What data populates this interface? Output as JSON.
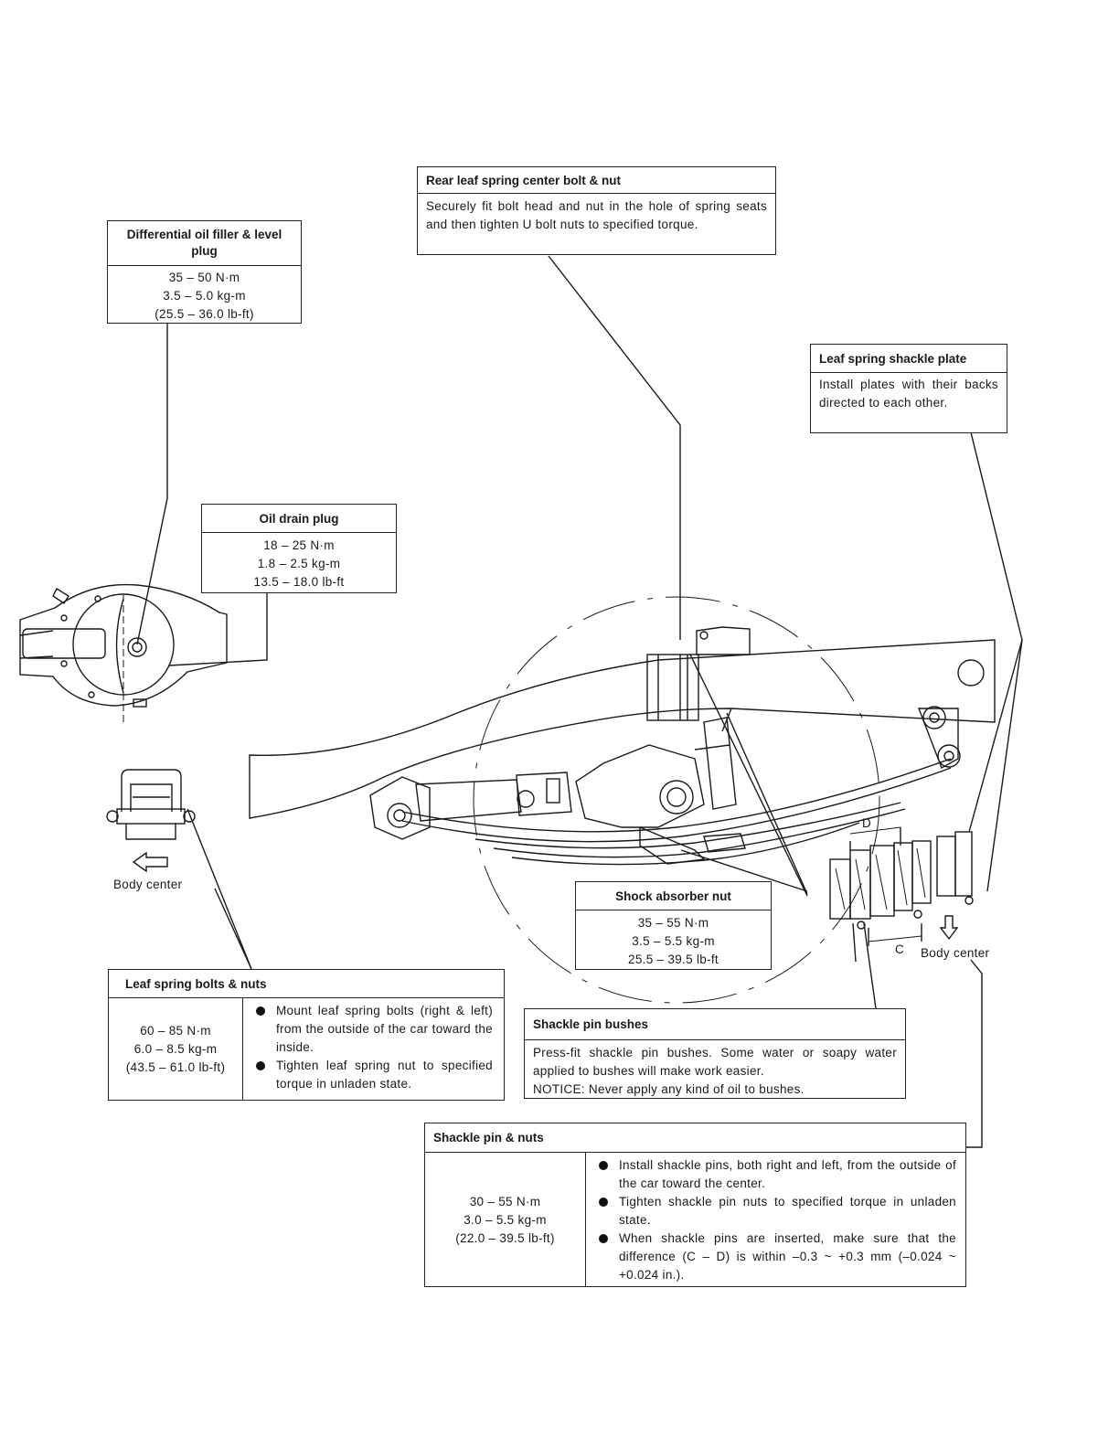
{
  "callouts": {
    "diff_plug": {
      "title": "Differential oil filler & level plug",
      "values": [
        "35 – 50 N·m",
        "3.5 – 5.0 kg-m",
        "(25.5 – 36.0 lb-ft)"
      ]
    },
    "center_bolt": {
      "title": "Rear leaf spring center bolt & nut",
      "text": "Securely fit bolt head and nut in the hole of spring seats and then tighten U bolt nuts to specified torque."
    },
    "shackle_plate": {
      "title": "Leaf spring shackle plate",
      "text": "Install plates with their backs directed to each other."
    },
    "drain_plug": {
      "title": "Oil drain plug",
      "values": [
        "18 – 25 N·m",
        "1.8 – 2.5 kg-m",
        "13.5 – 18.0 lb-ft"
      ]
    },
    "shock_nut": {
      "title": "Shock absorber nut",
      "values": [
        "35 – 55 N·m",
        "3.5 – 5.5 kg-m",
        "25.5 – 39.5 lb-ft"
      ]
    },
    "leaf_bolts": {
      "title": "Leaf spring bolts & nuts",
      "values": [
        "60 – 85 N·m",
        "6.0 – 8.5 kg-m",
        "(43.5 – 61.0 lb-ft)"
      ],
      "bullets": [
        "Mount leaf spring bolts (right & left) from the outside of the car toward the inside.",
        "Tighten leaf spring nut to specified torque in unladen state."
      ]
    },
    "pin_bushes": {
      "title": "Shackle pin bushes",
      "lines": [
        "Press-fit shackle pin bushes. Some water or soapy water applied to bushes will make work easier.",
        "NOTICE:  Never apply any kind of oil to bushes."
      ]
    },
    "pin_nuts": {
      "title": "Shackle pin & nuts",
      "values": [
        "30 – 55 N·m",
        "3.0 – 5.5 kg-m",
        "(22.0 – 39.5 lb-ft)"
      ],
      "bullets": [
        "Install shackle pins, both right and left, from the outside of the car toward the center.",
        "Tighten shackle pin nuts to specified torque in unladen state.",
        "When shackle pins are inserted, make sure that the difference (C – D) is within –0.3 ~ +0.3 mm (–0.024 ~ +0.024 in.)."
      ]
    }
  },
  "labels": {
    "body_center_left": "Body center",
    "body_center_right": "Body center",
    "dim_c": "C",
    "dim_d": "D"
  },
  "colors": {
    "ink": "#1a1a1a",
    "paper": "#ffffff"
  }
}
